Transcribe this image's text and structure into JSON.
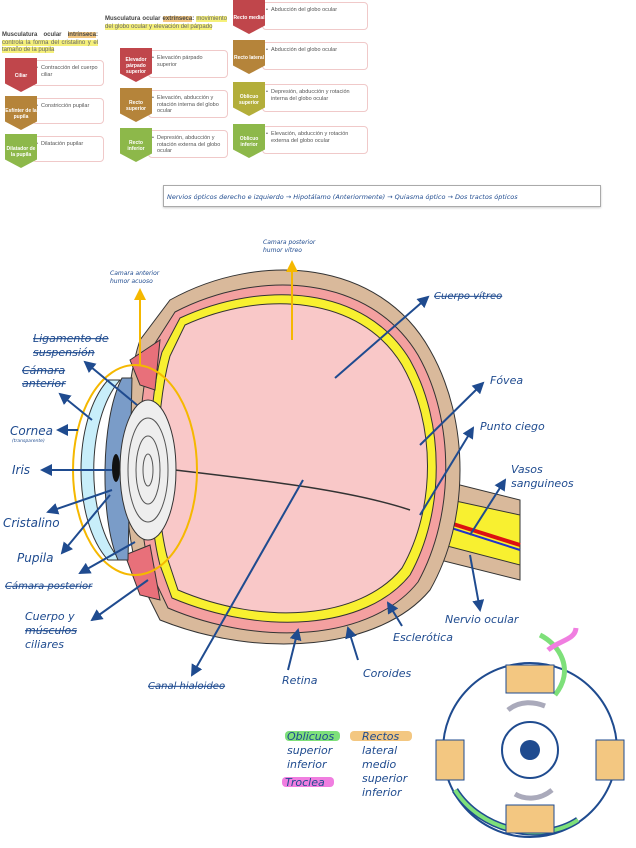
{
  "intrinseca": {
    "heading_parts": [
      "Musculatura ocular ",
      "intrínseca",
      ": ",
      "controla la forma del cristalino y el tamaño de la pupila"
    ],
    "items": [
      {
        "name": "Ciliar",
        "desc": "Contracción del cuerpo ciliar",
        "color": "#c0464b"
      },
      {
        "name": "Esfínter de la pupila",
        "desc": "Constricción pupilar",
        "color": "#b5843a"
      },
      {
        "name": "Dilatador de la pupila",
        "desc": "Dilatación pupilar",
        "color": "#8db84a"
      }
    ]
  },
  "extrinseca": {
    "heading_parts": [
      "Musculatura ocular ",
      "extrínseca",
      ": ",
      "movimiento del globo ocular y elevación del párpado"
    ],
    "items": [
      {
        "name": "Elevador párpado superior",
        "desc": "Elevación párpado superior",
        "color": "#c0464b"
      },
      {
        "name": "Recto superior",
        "desc": "Elevación, abducción y rotación interna del globo ocular",
        "color": "#b5843a"
      },
      {
        "name": "Recto inferior",
        "desc": "Depresión, abducción y rotación externa del globo ocular",
        "color": "#8db84a"
      }
    ]
  },
  "extrinseca2": {
    "items": [
      {
        "name": "Recto medial",
        "desc": "Abducción del globo ocular",
        "color": "#c0464b"
      },
      {
        "name": "Recto lateral",
        "desc": "Abducción del globo ocular",
        "color": "#b5843a"
      },
      {
        "name": "Oblicuo superior",
        "desc": "Depresión, abducción y rotación interna del globo ocular",
        "color": "#b3ae3a"
      },
      {
        "name": "Oblicuo inferior",
        "desc": "Elevación, abducción y rotación externa del globo ocular",
        "color": "#8db84a"
      }
    ]
  },
  "pathway": "Nervios ópticos derecho e izquierdo → Hipotálamo (Anteriormente) → Quiasma óptico → Dos tractos ópticos",
  "eye_labels": {
    "camara_anterior": [
      "Camara anterior",
      "humor acuoso"
    ],
    "camara_posterior_top": [
      "Camara posterior",
      "humor vítreo"
    ],
    "ligamento": [
      "Ligamento de",
      "suspensión"
    ],
    "camara_anterior_struck": [
      "Cámara",
      "anterior"
    ],
    "cornea": "Cornea",
    "cornea_note": "(transparente)",
    "iris": "Iris",
    "cristalino": "Cristalino",
    "pupila": "Pupila",
    "camara_posterior": "Cámara posterior",
    "cuerpo_ciliar": [
      "Cuerpo y",
      "músculos",
      "ciliares"
    ],
    "canal": "Canal hialoideo",
    "retina": "Retina",
    "coroides": "Coroides",
    "esclerotica": "Esclerótica",
    "nervio": "Nervio ocular",
    "vasos": [
      "Vasos",
      "sanguineos"
    ],
    "punto": "Punto ciego",
    "fovea": "Fóvea",
    "cuerpo_vitreo": "Cuerpo vítreo"
  },
  "legend": {
    "oblicuos": "Oblicuos",
    "oblicuos_items": [
      "superior",
      "inferior"
    ],
    "troclea": "Troclea",
    "rectos": "Rectos",
    "rectos_items": [
      "lateral",
      "medio",
      "superior",
      "inferior"
    ],
    "colors": {
      "oblicuos": "#7ee07a",
      "troclea": "#f07ee0",
      "rectos": "#f3c781"
    }
  }
}
